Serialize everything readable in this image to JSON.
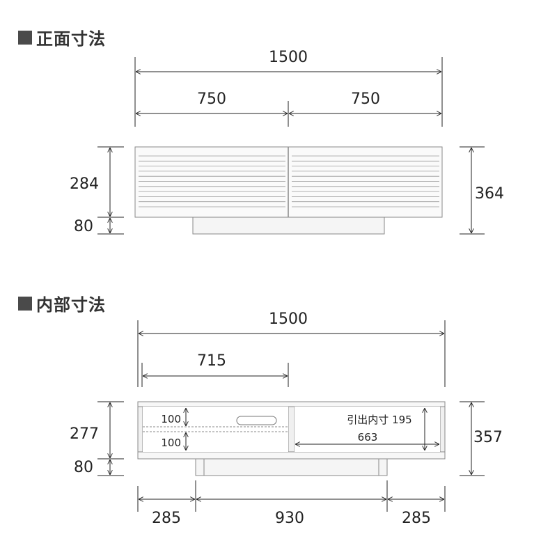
{
  "front": {
    "title": "正面寸法",
    "width_total": "1500",
    "width_left": "750",
    "width_right": "750",
    "height_body": "284",
    "height_base": "80",
    "height_total": "364"
  },
  "interior": {
    "title": "内部寸法",
    "width_total": "1500",
    "width_inner": "715",
    "shelf_upper": "100",
    "shelf_lower": "100",
    "drawer_depth_label": "引出内寸 195",
    "drawer_width": "663",
    "height_body": "277",
    "height_base": "80",
    "height_total": "357",
    "base_left": "285",
    "base_center": "930",
    "base_right": "285"
  }
}
